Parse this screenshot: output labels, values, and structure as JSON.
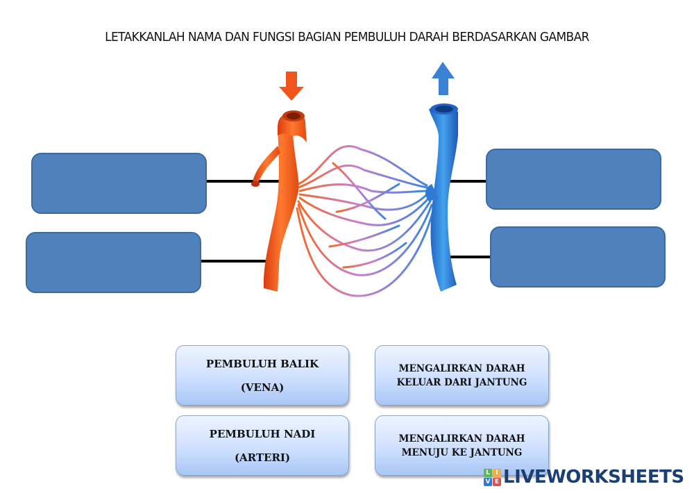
{
  "worksheet": {
    "title": "LETAKKANLAH NAMA DAN FUNGSI BAGIAN PEMBULUH DARAH BERDASARKAN GAMBAR"
  },
  "colors": {
    "drop_box_fill": "#4f81bd",
    "artery": "#f25a1e",
    "vein": "#2f7ad6",
    "card_gradient_top": "#eef4ff",
    "card_gradient_bottom": "#a9c6f5",
    "brand_text": "#1b3e73"
  },
  "drop_zones": [
    {
      "id": "left-top",
      "value": ""
    },
    {
      "id": "left-bottom",
      "value": ""
    },
    {
      "id": "right-top",
      "value": ""
    },
    {
      "id": "right-bottom",
      "value": ""
    }
  ],
  "illustration": {
    "label": "blood-vessels-diagram",
    "artery_arrow": "down-arrow (red)",
    "vein_arrow": "up-arrow (blue)"
  },
  "draggable_cards": [
    {
      "lines": [
        "PEMBULUH BALIK",
        "(VENA)"
      ]
    },
    {
      "lines": [
        "PEMBULUH NADI",
        "(ARTERI)"
      ]
    },
    {
      "lines": [
        "MENGALIRKAN DARAH",
        "KELUAR DARI JANTUNG"
      ]
    },
    {
      "lines": [
        "MENGALIRKAN DARAH",
        "MENUJU KE JANTUNG"
      ]
    }
  ],
  "brand": {
    "logo_letters": [
      "L",
      "I",
      "V",
      "E"
    ],
    "logo_colors": [
      "#5cb85c",
      "#f0ad4e",
      "#2f7ad6",
      "#d9534f"
    ],
    "text": "LIVEWORKSHEETS"
  }
}
